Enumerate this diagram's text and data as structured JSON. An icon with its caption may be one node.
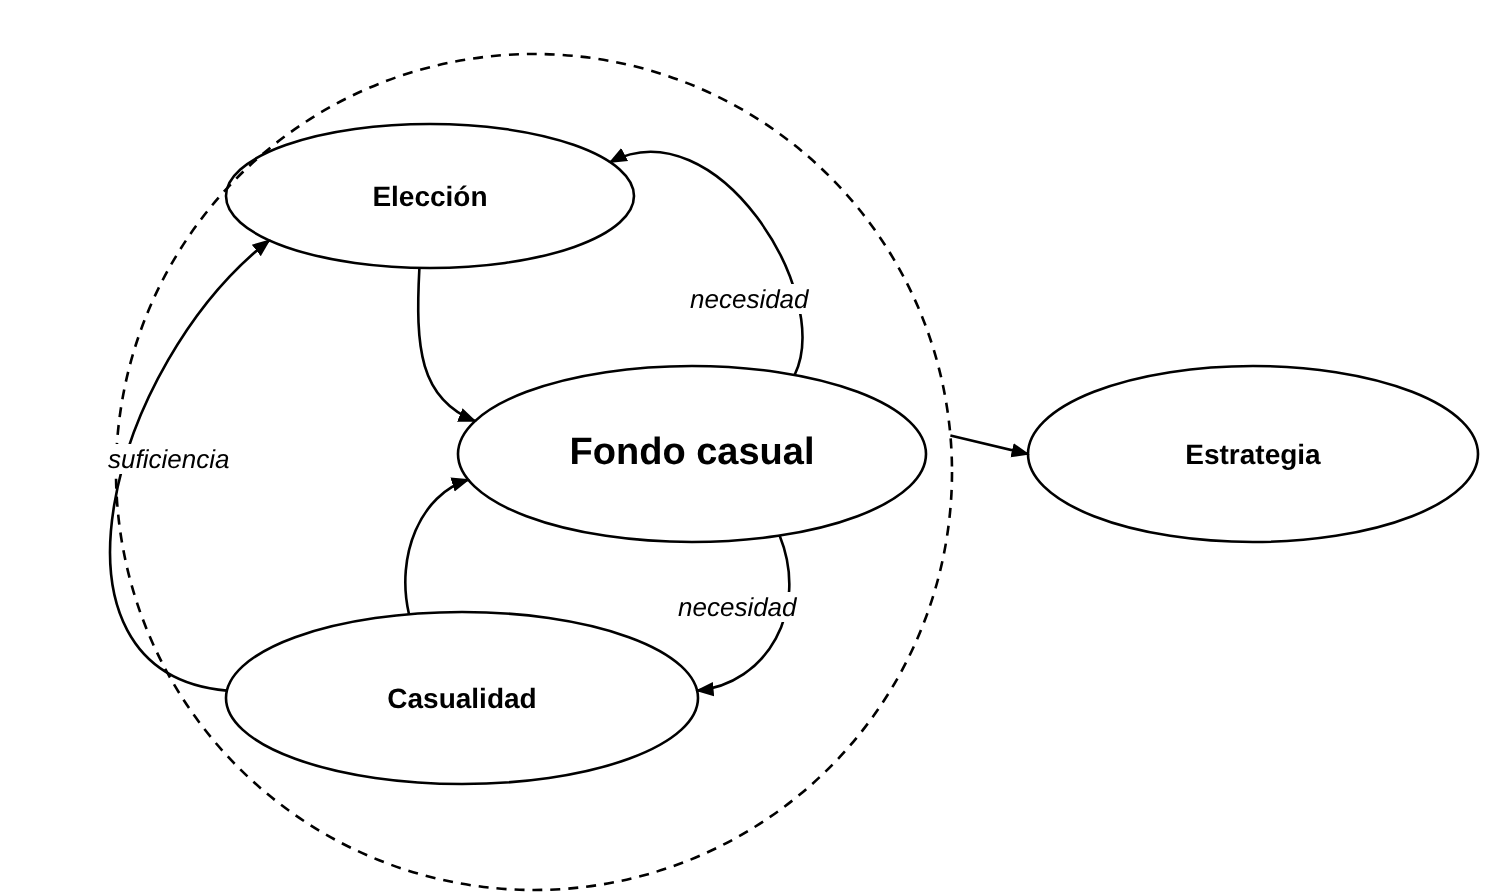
{
  "diagram": {
    "nodes": [
      {
        "text": [],
        "shape": "circle"
      },
      {
        "text": [
          "Elección"
        ],
        "in": 0
      },
      {
        "text": [
          "Fondo casual"
        ],
        "in": 0
      },
      {
        "text": [
          "Casualidad"
        ],
        "in": 0
      },
      {
        "text": [
          "Estrategia"
        ]
      }
    ],
    "edges": [
      {
        "from": 1,
        "to": 2,
        "arrow": "to"
      },
      {
        "from": 2,
        "to": 1,
        "arrow": "to",
        "label": "necesidad"
      },
      {
        "from": 3,
        "to": 2,
        "arrow": "to"
      },
      {
        "from": 2,
        "to": 3,
        "arrow": "to",
        "label": "necesidad"
      },
      {
        "from": 3,
        "to": 1,
        "arrow": "to",
        "label": "suficiencia"
      },
      {
        "from": 0,
        "to": 4,
        "arrow": "to"
      }
    ]
  }
}
